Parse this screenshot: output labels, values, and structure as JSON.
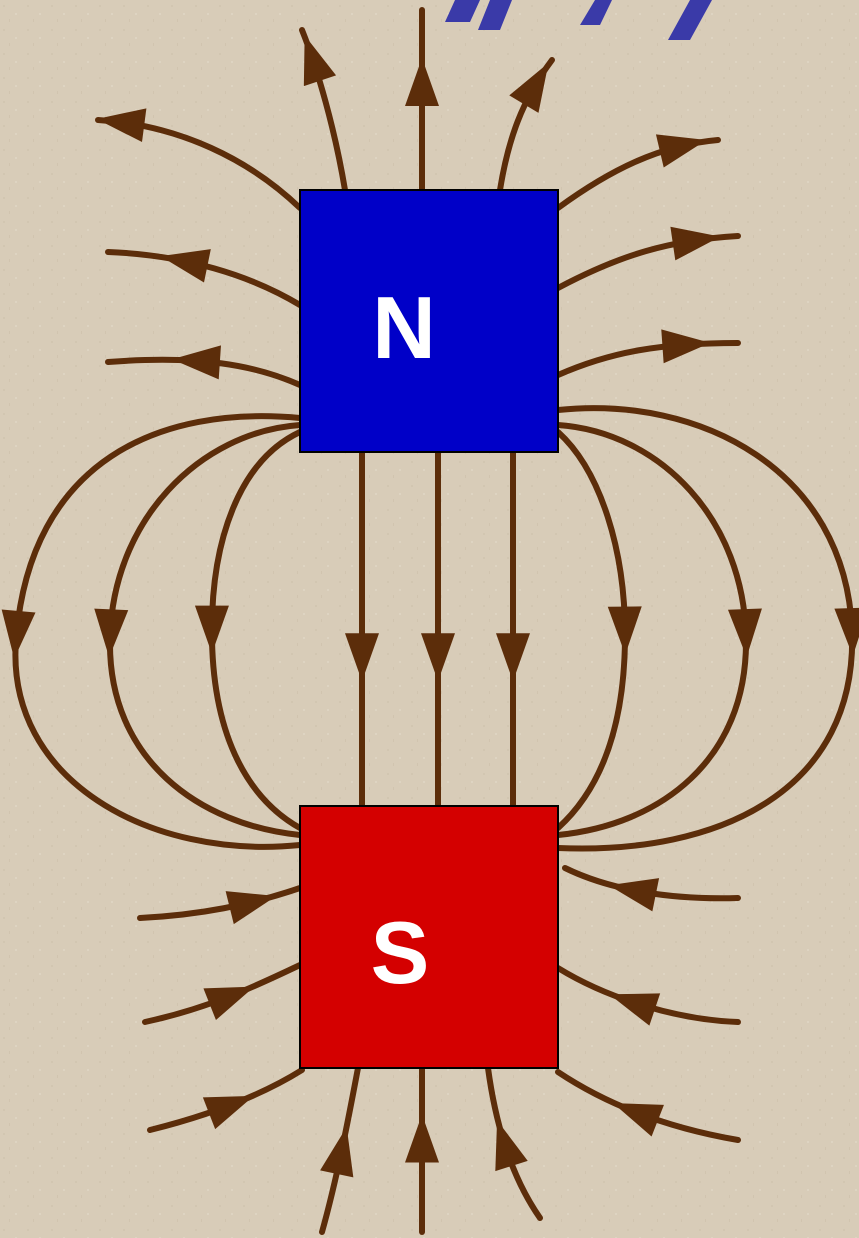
{
  "colors": {
    "background": "#d8ccb8",
    "field_line": "#5c2d0a",
    "north_pole": "#0000c8",
    "south_pole": "#d40000",
    "label": "#ffffff",
    "heading_fragment": "#3a3aa8"
  },
  "magnets": {
    "north": {
      "label": "N"
    },
    "south": {
      "label": "S"
    }
  },
  "field": {
    "direction": "north-to-south",
    "line_count": 27
  }
}
